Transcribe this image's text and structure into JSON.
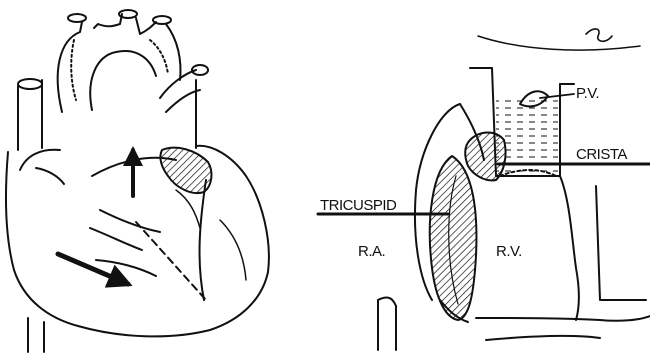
{
  "labels": {
    "pv": "P.V.",
    "crista": "CRISTA",
    "tricuspid": "TRICUSPID",
    "ra": "R.A.",
    "rv": "R.V."
  },
  "colors": {
    "ink": "#111111",
    "paper": "#ffffff"
  }
}
